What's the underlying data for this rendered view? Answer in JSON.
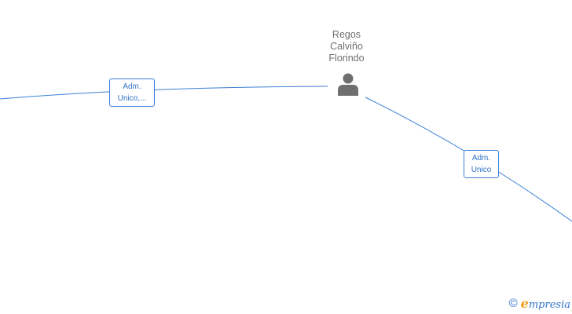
{
  "person": {
    "name_lines": [
      "Regos",
      "Calviño",
      "Florindo"
    ],
    "icon": "person-icon"
  },
  "roles": [
    {
      "lines": [
        "Adm.",
        "Unico,..."
      ]
    },
    {
      "lines": [
        "Adm.",
        "Unico"
      ]
    }
  ],
  "footer": {
    "copyright_symbol": "©",
    "brand_initial": "e",
    "brand_rest": "mpresia",
    "icon": "copyright-icon"
  },
  "colors": {
    "edge": "#3a7fd5",
    "role_text": "#2f72c8",
    "person_text": "#6f6f6f",
    "person_icon": "#6f6f6f",
    "brand_initial": "#f29a1f"
  }
}
